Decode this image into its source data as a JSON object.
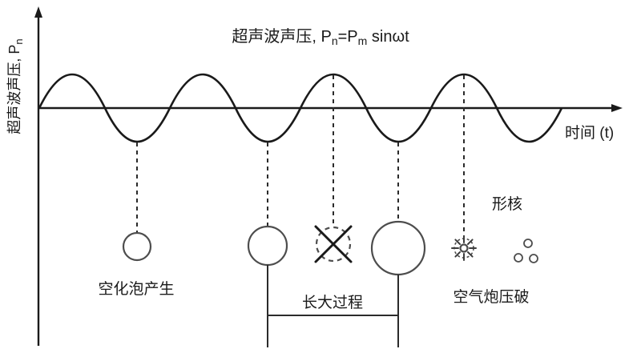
{
  "diagram": {
    "title": {
      "part1": "超声波声压, P",
      "sub1": "n",
      "part2": "=P",
      "sub2": "m",
      "part3": " sinωt"
    },
    "y_axis": {
      "label": "超声波声压, P",
      "sub": "n"
    },
    "x_axis": {
      "label": "时间 (t)"
    },
    "stage_labels": {
      "generation": "空化泡产生",
      "growth": "长大过程",
      "collapse": "空气炮压破",
      "nucleation": "形核"
    },
    "colors": {
      "axis": "#1a1a1a",
      "wave": "#1a1a1a",
      "bubble_stroke": "#4d4d4d",
      "text": "#1a1a1a",
      "background": "#ffffff"
    }
  }
}
